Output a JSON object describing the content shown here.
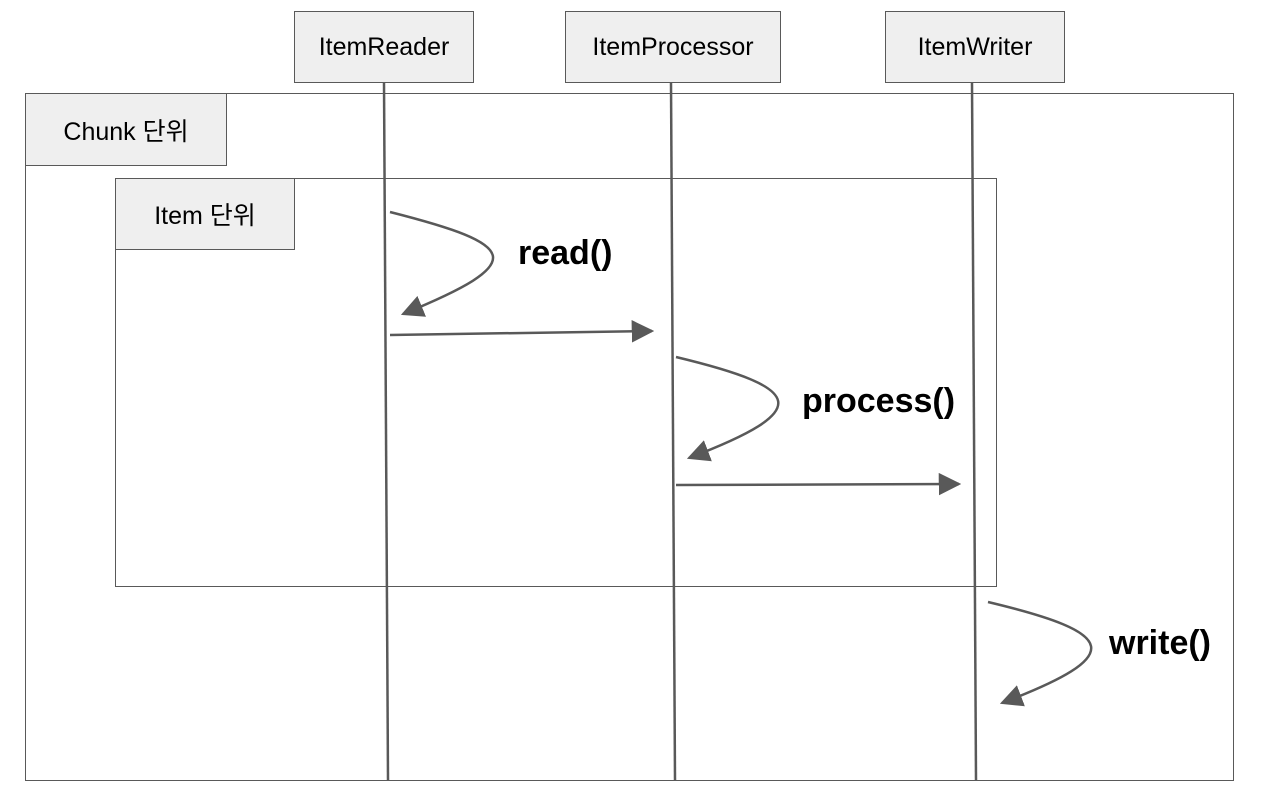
{
  "participants": {
    "reader": "ItemReader",
    "processor": "ItemProcessor",
    "writer": "ItemWriter"
  },
  "frames": {
    "chunk_label": "Chunk 단위",
    "item_label": "Item 단위"
  },
  "methods": {
    "read": "read()",
    "process": "process()",
    "write": "write()"
  },
  "colors": {
    "line": "#595959",
    "label_fill": "#efefef"
  }
}
